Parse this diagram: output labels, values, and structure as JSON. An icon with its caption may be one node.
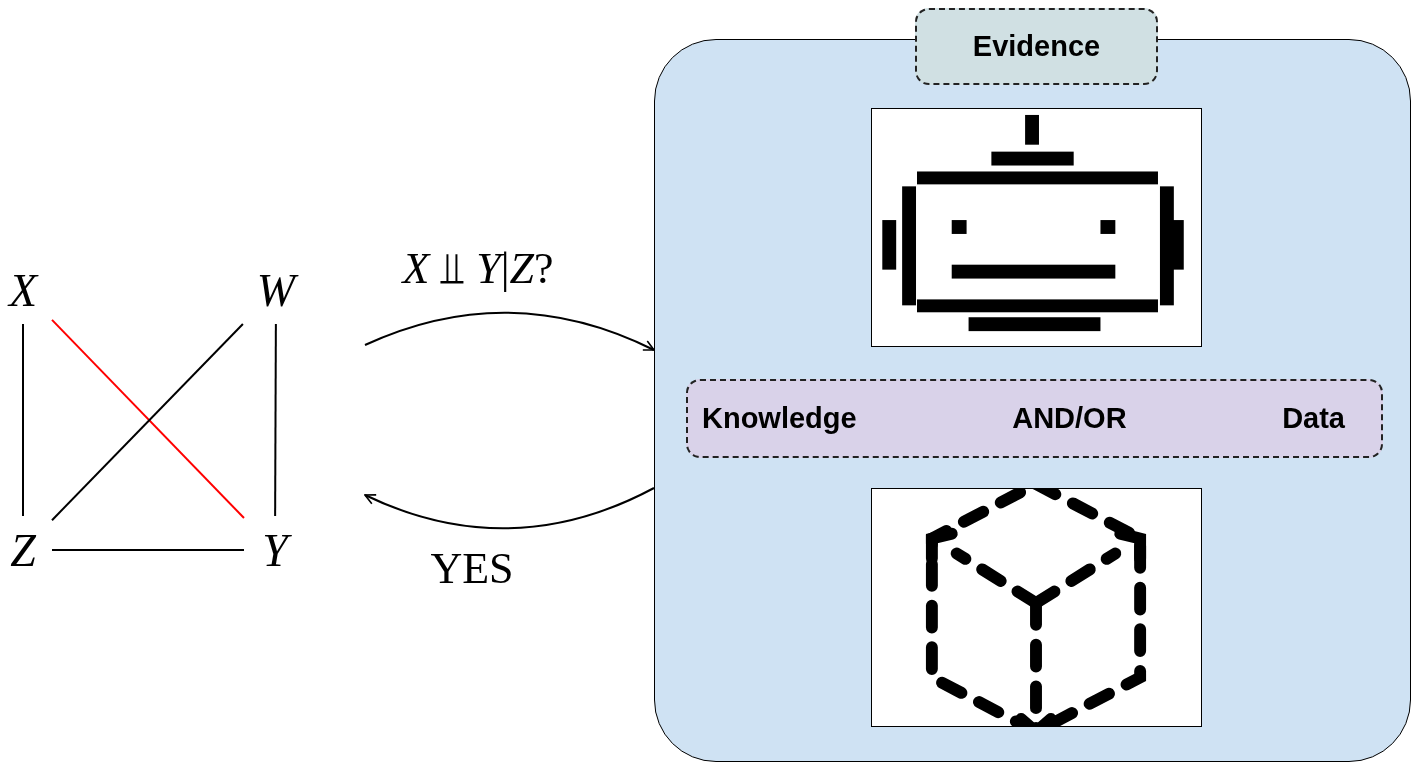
{
  "diagram": {
    "nodes": [
      {
        "text": [
          "X"
        ]
      },
      {
        "text": [
          "W"
        ]
      },
      {
        "text": [
          "Z"
        ]
      },
      {
        "text": [
          "Y"
        ]
      },
      {
        "text": [],
        "shape": "box"
      },
      {
        "text": [
          "Evidence"
        ]
      },
      {
        "text": [],
        "shape": "picture",
        "in": 4
      },
      {
        "text": [
          "Knowledge",
          "AND/OR",
          "Data"
        ],
        "in": 4
      },
      {
        "text": [],
        "shape": "picture",
        "in": 4
      }
    ],
    "edges": [
      {
        "from": 0,
        "to": 2,
        "arrow": "none"
      },
      {
        "from": 0,
        "to": 3,
        "arrow": "none",
        "color": "#ff0000"
      },
      {
        "from": 2,
        "to": 1,
        "arrow": "none"
      },
      {
        "from": 1,
        "to": 3,
        "arrow": "none"
      },
      {
        "from": 2,
        "to": 3,
        "arrow": "none"
      },
      {
        "from": null,
        "to": 4,
        "arrow": "to",
        "label": "*X* ⫫ *Y*|*Z*?"
      },
      {
        "from": 4,
        "to": null,
        "arrow": "to",
        "label": "YES"
      }
    ]
  }
}
